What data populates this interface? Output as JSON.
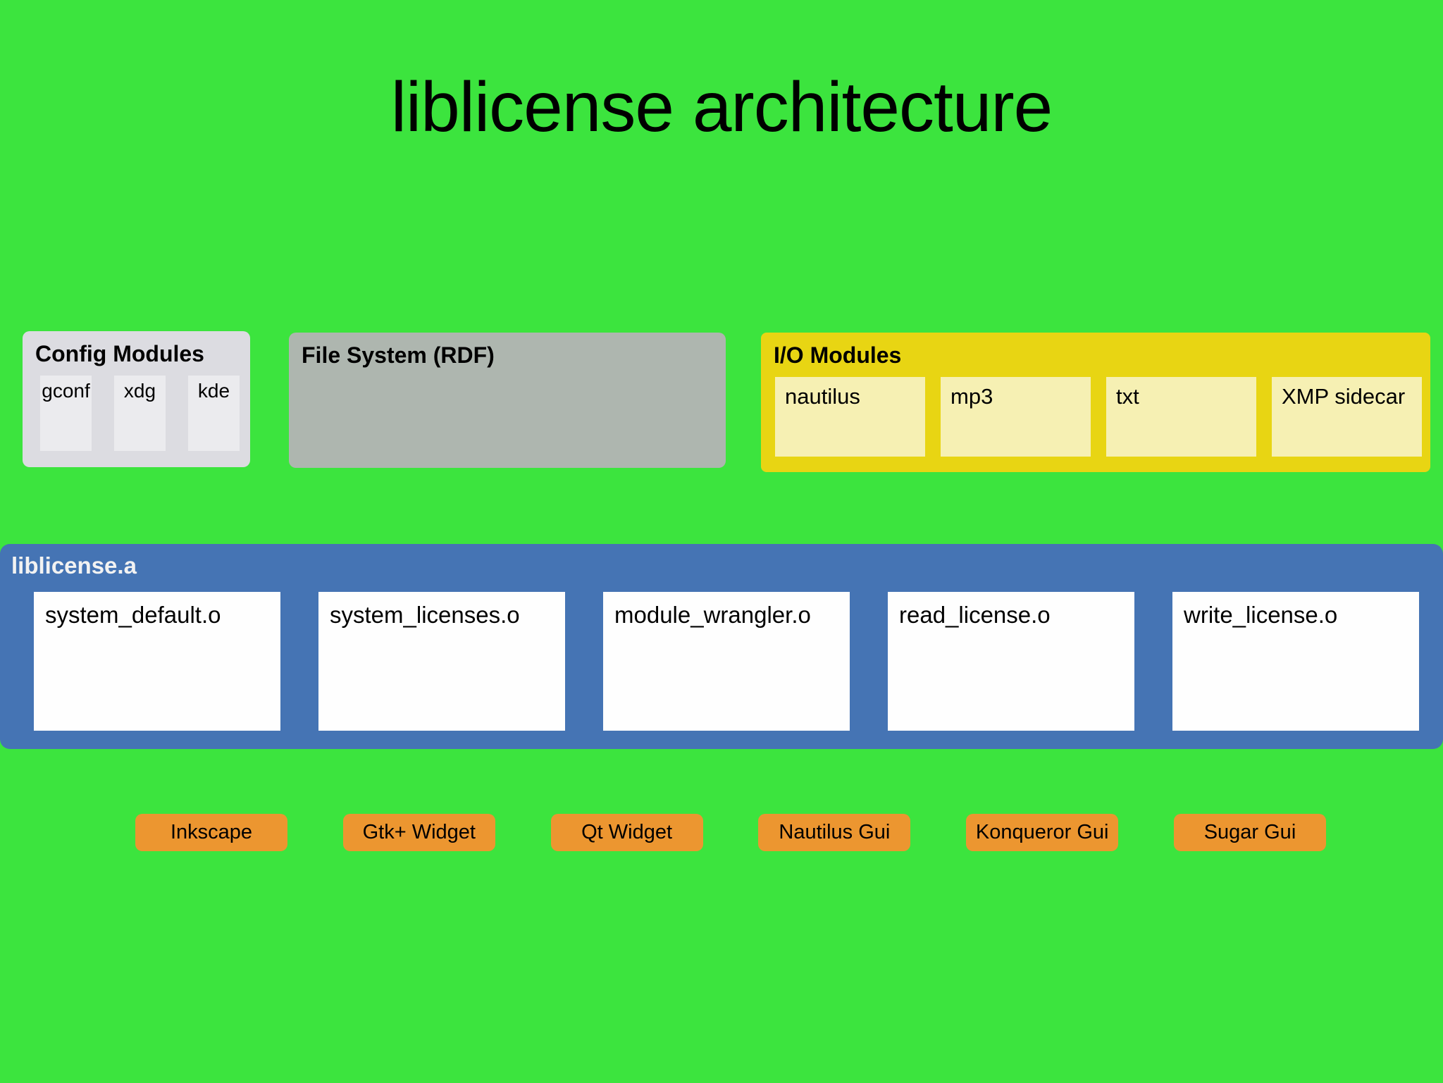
{
  "title": "liblicense architecture",
  "colors": {
    "background": "#3ce43e",
    "config_panel": "#dcdce1",
    "config_item": "#ebebee",
    "filesystem_panel": "#aeb6af",
    "io_panel": "#e8d513",
    "io_item": "#f6f0b3",
    "library_band": "#4574b4",
    "library_item": "#fefefe",
    "library_label_text": "#f2f2f2",
    "app_button": "#ec9630",
    "text": "#000000"
  },
  "groups": {
    "config": {
      "label": "Config Modules",
      "items": [
        "gconf",
        "xdg",
        "kde"
      ]
    },
    "filesystem": {
      "label": "File System (RDF)"
    },
    "io": {
      "label": "I/O Modules",
      "items": [
        "nautilus",
        "mp3",
        "txt",
        "XMP sidecar"
      ]
    },
    "library": {
      "label": "liblicense.a",
      "items": [
        "system_default.o",
        "system_licenses.o",
        "module_wrangler.o",
        "read_license.o",
        "write_license.o"
      ]
    }
  },
  "applications": [
    "Inkscape",
    "Gtk+ Widget",
    "Qt Widget",
    "Nautilus Gui",
    "Konqueror Gui",
    "Sugar Gui"
  ]
}
